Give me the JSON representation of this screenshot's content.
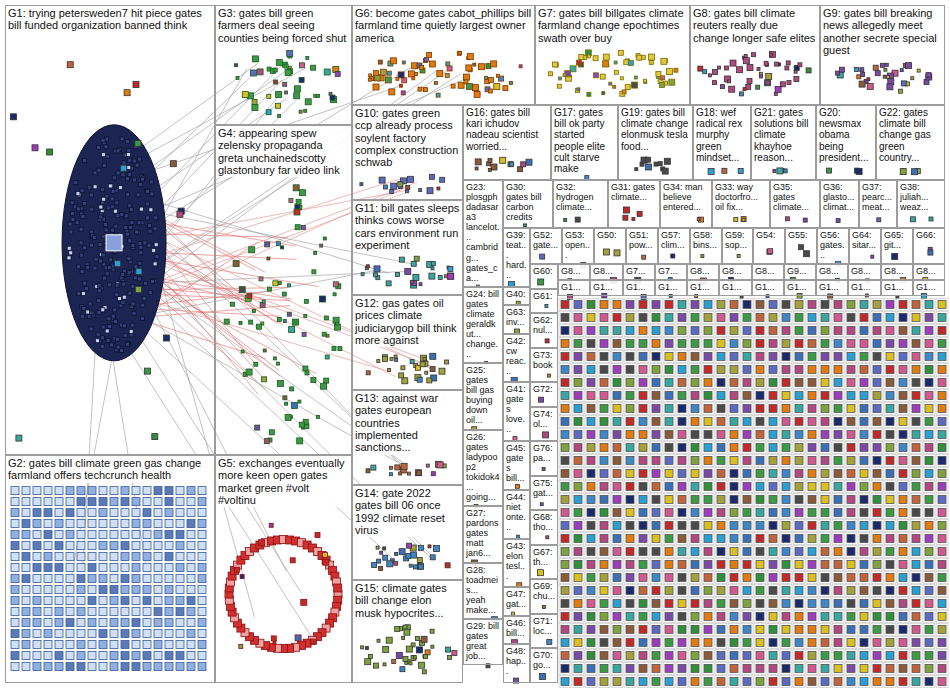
{
  "diagram": {
    "nodes": [
      {
        "text": [
          "G1: trying petersweden7 hit piece gates bill funded organization banned think"
        ]
      },
      {
        "text": [
          "G2: gates bill climate green gas change farmland offers techcrunch health"
        ]
      },
      {
        "text": [
          "G3: gates bill green farmers deal seeing counties being forced shut"
        ]
      },
      {
        "text": [
          "G4: appearing spew zelensky propaganda greta unchainedscotty glastonbury far video link"
        ]
      },
      {
        "text": [
          "G5: exchanges eventually more keen open gates market green #volt #voltinu"
        ]
      },
      {
        "text": [
          "G6: become gates cabot_phillips bill farmland time quietly largest owner america"
        ]
      },
      {
        "text": [
          "G7: gates bill billgates climate farmland change epochtimes swath over buy"
        ]
      },
      {
        "text": [
          "G8: gates bill climate reuters really due change longer safe elites"
        ]
      },
      {
        "text": [
          "G9: gates bill breaking news allegedly meet another secrete special guest"
        ]
      },
      {
        "text": [
          "G10: gates green ccp already process soylent factory complex construction schwab"
        ]
      },
      {
        "text": [
          "G11: bill gates sleeps thinks cows worse cars environment run experiment"
        ]
      },
      {
        "text": [
          "G12: gas gates oil prices climate judiciarygop bill think more against"
        ]
      },
      {
        "text": [
          "G13: against war gates european countries implemented sanctions..."
        ]
      },
      {
        "text": [
          "G14: gate 2022 gates bill 06 once 1992 climate reset virus"
        ]
      },
      {
        "text": [
          "G15: climate gates bill change elon musk hypocrites..."
        ]
      },
      {
        "text": [
          "G16: gates bill kari ichudov nadeau scientist worried..."
        ]
      },
      {
        "text": [
          "G17: gates bill ok party started people elite cult starve make"
        ]
      },
      {
        "text": [
          "G19: gates bill climate change elonmusk tesla food..."
        ]
      },
      {
        "text": [
          "G18: wef radical rex murphy green mindset..."
        ]
      },
      {
        "text": [
          "G21: gates solutions bill climate khayhoe reason..."
        ]
      },
      {
        "text": [
          "G20: newsmax obama being president..."
        ]
      },
      {
        "text": [
          "G22: gates climate bill change gas green country..."
        ]
      },
      {
        "text": [
          "G30: gates bill carbon credits"
        ]
      },
      {
        "text": [
          "G32: hydrogen climate..."
        ]
      },
      {
        "text": [
          "G31: gates climate..."
        ]
      },
      {
        "text": [
          "G34: man believe entered..."
        ]
      },
      {
        "text": [
          "G33: way doctorfro... oil fix..."
        ]
      },
      {
        "text": [
          "G35: gates climate..."
        ]
      },
      {
        "text": [
          "G36: glasto... climat..."
        ]
      },
      {
        "text": [
          "G37: pearc... meat..."
        ]
      },
      {
        "text": [
          "G38: juliah... weaz..."
        ]
      },
      {
        "text": [
          "G23: plosgph dadasara3 lancelot... cambridg... gates_ca..."
        ]
      },
      {
        "text": [
          "G24: bill gates climate geraldkut... change..."
        ]
      },
      {
        "text": [
          "G25: gates bill gas buying down oil..."
        ]
      },
      {
        "text": [
          "G26: gates ladypoop2 tokidok4... going..."
        ]
      },
      {
        "text": [
          "G27: pardons gates matt jan6..."
        ]
      },
      {
        "text": [
          "G28: toadmeis... yeah make..."
        ]
      },
      {
        "text": [
          "G29: bill gates great job..."
        ]
      },
      {
        "text": [
          "G39: teat... hard..."
        ]
      },
      {
        "text": [
          "G40:"
        ]
      },
      {
        "text": [
          "G63: inv..."
        ]
      },
      {
        "text": [
          "G42: cw reac..."
        ]
      },
      {
        "text": [
          "G41: gates love..."
        ]
      },
      {
        "text": [
          "G45: gates bill..."
        ]
      },
      {
        "text": [
          "G44: niet onte..."
        ]
      },
      {
        "text": [
          "G43: elon tesl..."
        ]
      },
      {
        "text": [
          "G47: gat..."
        ]
      },
      {
        "text": [
          "G46: bill..."
        ]
      },
      {
        "text": [
          "G48: hap..."
        ]
      },
      {
        "text": [
          "G52: gate..."
        ]
      },
      {
        "text": [
          "G53: open..."
        ]
      },
      {
        "text": [
          "G50:"
        ]
      },
      {
        "text": [
          "G51: pow..."
        ]
      },
      {
        "text": [
          "G57: clim..."
        ]
      },
      {
        "text": [
          "G58: bins..."
        ]
      },
      {
        "text": [
          "G59: sop..."
        ]
      },
      {
        "text": [
          "G54:"
        ]
      },
      {
        "text": [
          "G55:"
        ]
      },
      {
        "text": [
          "G56: gates..."
        ]
      },
      {
        "text": [
          "G64: sitar..."
        ]
      },
      {
        "text": [
          "G65: git..."
        ]
      },
      {
        "text": [
          "G66:"
        ]
      },
      {
        "text": [
          "G60:"
        ]
      },
      {
        "text": [
          "G61:"
        ]
      },
      {
        "text": [
          "G62: nul..."
        ]
      },
      {
        "text": [
          "G73: book"
        ]
      },
      {
        "text": [
          "G72:"
        ]
      },
      {
        "text": [
          "G74: ol..."
        ]
      },
      {
        "text": [
          "G76: pa..."
        ]
      },
      {
        "text": [
          "G75: gat..."
        ]
      },
      {
        "text": [
          "G68: tho..."
        ]
      },
      {
        "text": [
          "G67: th..."
        ]
      },
      {
        "text": [
          "G69: chu..."
        ]
      },
      {
        "text": [
          "G71: loc..."
        ]
      },
      {
        "text": [
          "G70: go..."
        ]
      },
      {
        "text": [
          "G8..."
        ]
      },
      {
        "text": [
          "G8..."
        ]
      },
      {
        "text": [
          "G7..."
        ]
      },
      {
        "text": [
          "G7..."
        ]
      },
      {
        "text": [
          "G8..."
        ]
      },
      {
        "text": [
          "G8..."
        ]
      },
      {
        "text": [
          "G8..."
        ]
      },
      {
        "text": [
          "G9..."
        ]
      },
      {
        "text": [
          "G8..."
        ]
      },
      {
        "text": [
          "G8..."
        ]
      },
      {
        "text": [
          "G8..."
        ]
      },
      {
        "text": [
          "G8..."
        ]
      },
      {
        "text": [
          "G1..."
        ]
      },
      {
        "text": [
          "G1..."
        ]
      },
      {
        "text": [
          "G1..."
        ]
      },
      {
        "text": [
          "G1..."
        ]
      },
      {
        "text": [
          "G1..."
        ]
      },
      {
        "text": [
          "G1..."
        ]
      },
      {
        "text": [
          "G1..."
        ]
      },
      {
        "text": [
          "G1..."
        ]
      },
      {
        "text": [
          "G1..."
        ]
      },
      {
        "text": [
          "G1..."
        ]
      },
      {
        "text": [
          "G1..."
        ]
      },
      {
        "text": [
          "G1..."
        ]
      }
    ]
  }
}
